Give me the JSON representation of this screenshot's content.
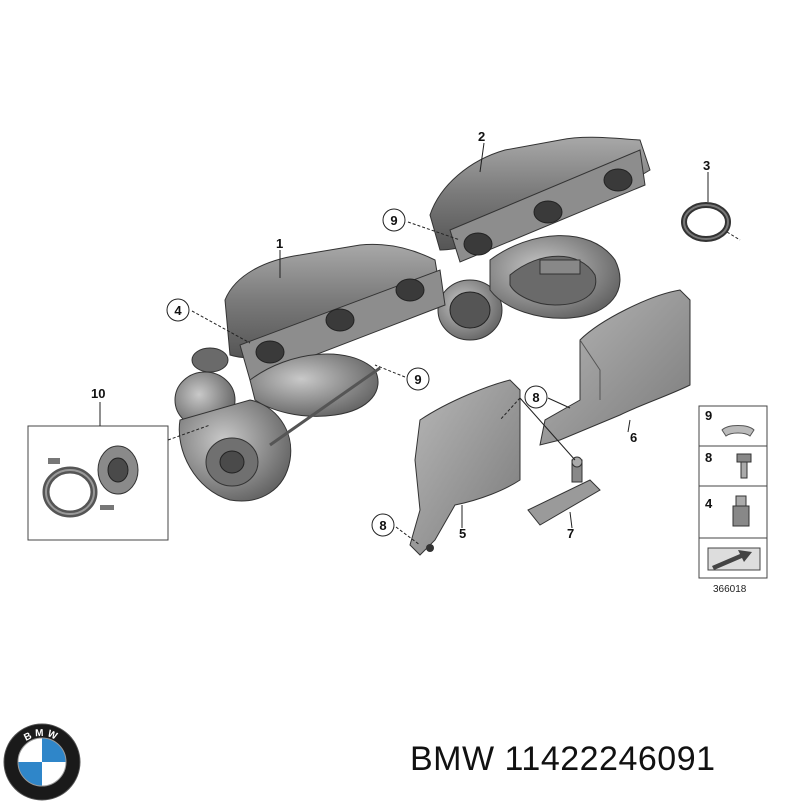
{
  "diagram": {
    "callouts": {
      "c1": "1",
      "c2": "2",
      "c3": "3",
      "c4a": "4",
      "c5": "5",
      "c6": "6",
      "c7": "7",
      "c8a": "8",
      "c8b": "8",
      "c9a": "9",
      "c9b": "9",
      "c10": "10"
    },
    "legend": {
      "l9": "9",
      "l8": "8",
      "l4": "4"
    },
    "reference_code": "366018"
  },
  "footer": {
    "part_number": "BMW 11422246091",
    "logo_letters": "BMW"
  },
  "colors": {
    "manifold": "#7d7d7d",
    "manifold_dark": "#4e4e4e",
    "shield": "#9a9a9a",
    "bmw_blue": "#2f86c9",
    "bmw_black": "#1a1a1a"
  }
}
